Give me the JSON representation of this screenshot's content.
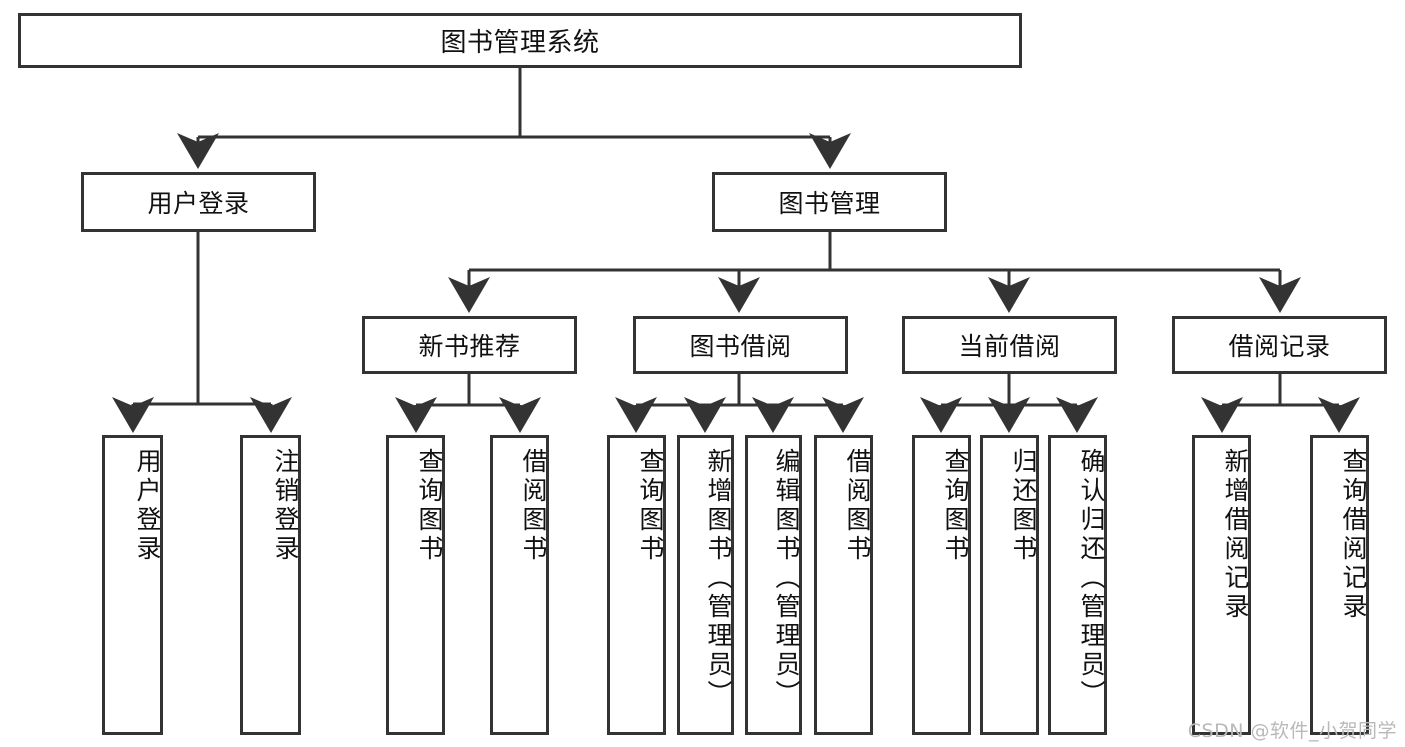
{
  "diagram": {
    "title": "图书管理系统",
    "type": "tree-hierarchy-diagram",
    "colors": {
      "background": "#ffffff",
      "node_border": "#333333",
      "node_fill": "#ffffff",
      "edge": "#333333",
      "text": "#111111",
      "watermark": "#b9b9b9"
    },
    "root": {
      "label": "图书管理系统"
    },
    "level2": [
      {
        "label": "用户登录"
      },
      {
        "label": "图书管理"
      }
    ],
    "level3": [
      {
        "label": "新书推荐"
      },
      {
        "label": "图书借阅"
      },
      {
        "label": "当前借阅"
      },
      {
        "label": "借阅记录"
      }
    ],
    "leaves": {
      "user_login": [
        {
          "label": "用户登录"
        },
        {
          "label": "注销登录"
        }
      ],
      "new_book_recommend": [
        {
          "label": "查询图书"
        },
        {
          "label": "借阅图书"
        }
      ],
      "book_borrow": [
        {
          "label": "查询图书"
        },
        {
          "label": "新增图书（管理员）"
        },
        {
          "label": "编辑图书（管理员）"
        },
        {
          "label": "借阅图书"
        }
      ],
      "current_borrow": [
        {
          "label": "查询图书"
        },
        {
          "label": "归还图书"
        },
        {
          "label": "确认归还（管理员）"
        }
      ],
      "borrow_record": [
        {
          "label": "新增借阅记录"
        },
        {
          "label": "查询借阅记录"
        }
      ]
    }
  },
  "watermark": {
    "text": "CSDN @软件_小贺同学"
  }
}
